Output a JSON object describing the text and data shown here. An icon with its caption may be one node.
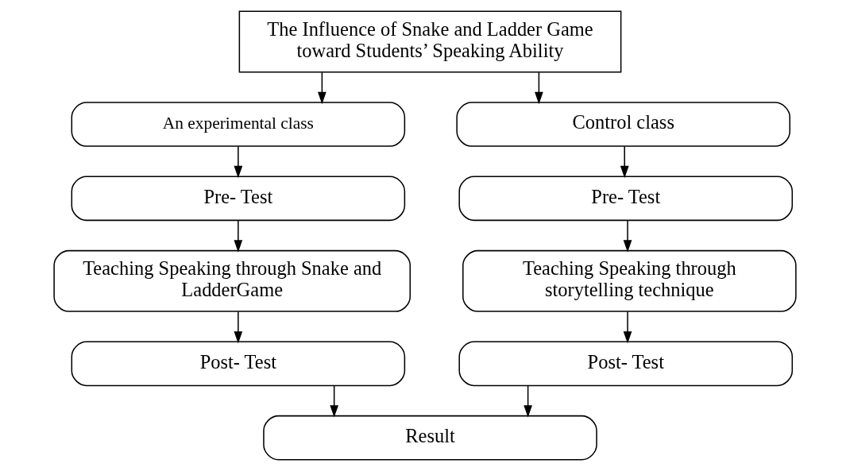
{
  "diagram": {
    "nodes": [
      {
        "text": [
          "The Influence of Snake and Ladder Game toward Students’ Speaking Ability"
        ]
      },
      {
        "text": [
          "An experimental class"
        ]
      },
      {
        "text": [
          "Control class"
        ]
      },
      {
        "text": [
          "Pre- Test"
        ]
      },
      {
        "text": [
          "Pre- Test"
        ]
      },
      {
        "text": [
          "Teaching Speaking through Snake and LadderGame"
        ]
      },
      {
        "text": [
          "Teaching Speaking through storytelling technique"
        ]
      },
      {
        "text": [
          "Post- Test"
        ]
      },
      {
        "text": [
          "Post- Test"
        ]
      },
      {
        "text": [
          "Result"
        ]
      }
    ],
    "edges": [
      {
        "from": 0,
        "to": 1,
        "arrow": "to"
      },
      {
        "from": 0,
        "to": 2,
        "arrow": "to"
      },
      {
        "from": 1,
        "to": 3,
        "arrow": "to"
      },
      {
        "from": 2,
        "to": 4,
        "arrow": "to"
      },
      {
        "from": 3,
        "to": 5,
        "arrow": "to"
      },
      {
        "from": 4,
        "to": 6,
        "arrow": "to"
      },
      {
        "from": 5,
        "to": 7,
        "arrow": "to"
      },
      {
        "from": 6,
        "to": 8,
        "arrow": "to"
      },
      {
        "from": 7,
        "to": 9,
        "arrow": "to"
      },
      {
        "from": 8,
        "to": 9,
        "arrow": "to"
      }
    ]
  }
}
